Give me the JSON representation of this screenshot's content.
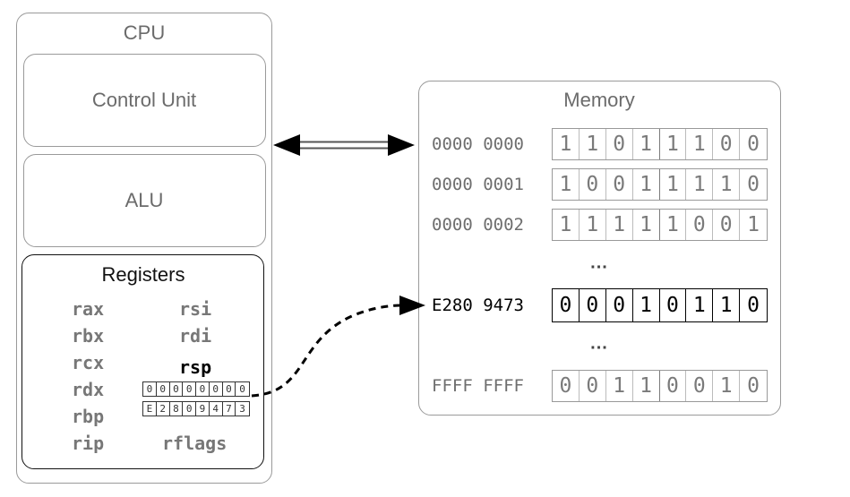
{
  "cpu": {
    "title": "CPU",
    "control_unit": "Control Unit",
    "alu": "ALU",
    "registers": {
      "title": "Registers",
      "left": [
        "rax",
        "rbx",
        "rcx",
        "rdx",
        "rbp",
        "rip"
      ],
      "right_top": [
        "rsi",
        "rdi"
      ],
      "rsp": "rsp",
      "rflags": "rflags",
      "rsp_rows": [
        [
          "0",
          "0",
          "0",
          "0",
          "0",
          "0",
          "0",
          "0"
        ],
        [
          "E",
          "2",
          "8",
          "0",
          "9",
          "4",
          "7",
          "3"
        ]
      ]
    }
  },
  "memory": {
    "title": "Memory",
    "rows": [
      {
        "address": "0000 0000",
        "bits": [
          "1",
          "1",
          "0",
          "1",
          "1",
          "1",
          "0",
          "0"
        ]
      },
      {
        "address": "0000 0001",
        "bits": [
          "1",
          "0",
          "0",
          "1",
          "1",
          "1",
          "1",
          "0"
        ]
      },
      {
        "address": "0000 0002",
        "bits": [
          "1",
          "1",
          "1",
          "1",
          "1",
          "0",
          "0",
          "1"
        ]
      },
      {
        "address": "E280 9473",
        "bits": [
          "0",
          "0",
          "0",
          "1",
          "0",
          "1",
          "1",
          "0"
        ]
      },
      {
        "address": "FFFF FFFF",
        "bits": [
          "0",
          "0",
          "1",
          "1",
          "0",
          "0",
          "1",
          "0"
        ]
      }
    ],
    "ellipsis": [
      "...",
      "..."
    ]
  }
}
